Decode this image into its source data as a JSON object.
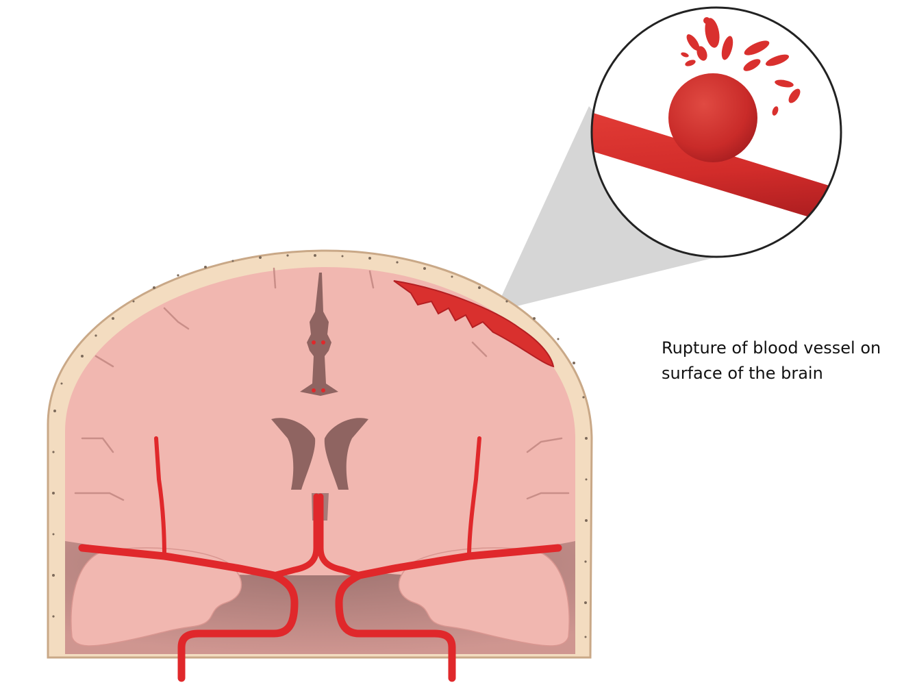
{
  "caption": {
    "line1": "Rupture of blood vessel on",
    "line2": "surface of the brain"
  },
  "icons": {
    "brain": "brain-cross-section",
    "zoom": "magnified-aneurysm",
    "vessel": "ruptured-blood-vessel"
  },
  "colors": {
    "skull": "#f3dcc0",
    "skull_outline": "#c9a887",
    "brain_tissue": "#f1b7b0",
    "deep_tissue": "#a77b78",
    "ventricle": "#8f6461",
    "artery": "#e0282b",
    "blood": "#d9302e",
    "blood_dark": "#b41f22",
    "zoom_cone": "#cfcfcf"
  }
}
